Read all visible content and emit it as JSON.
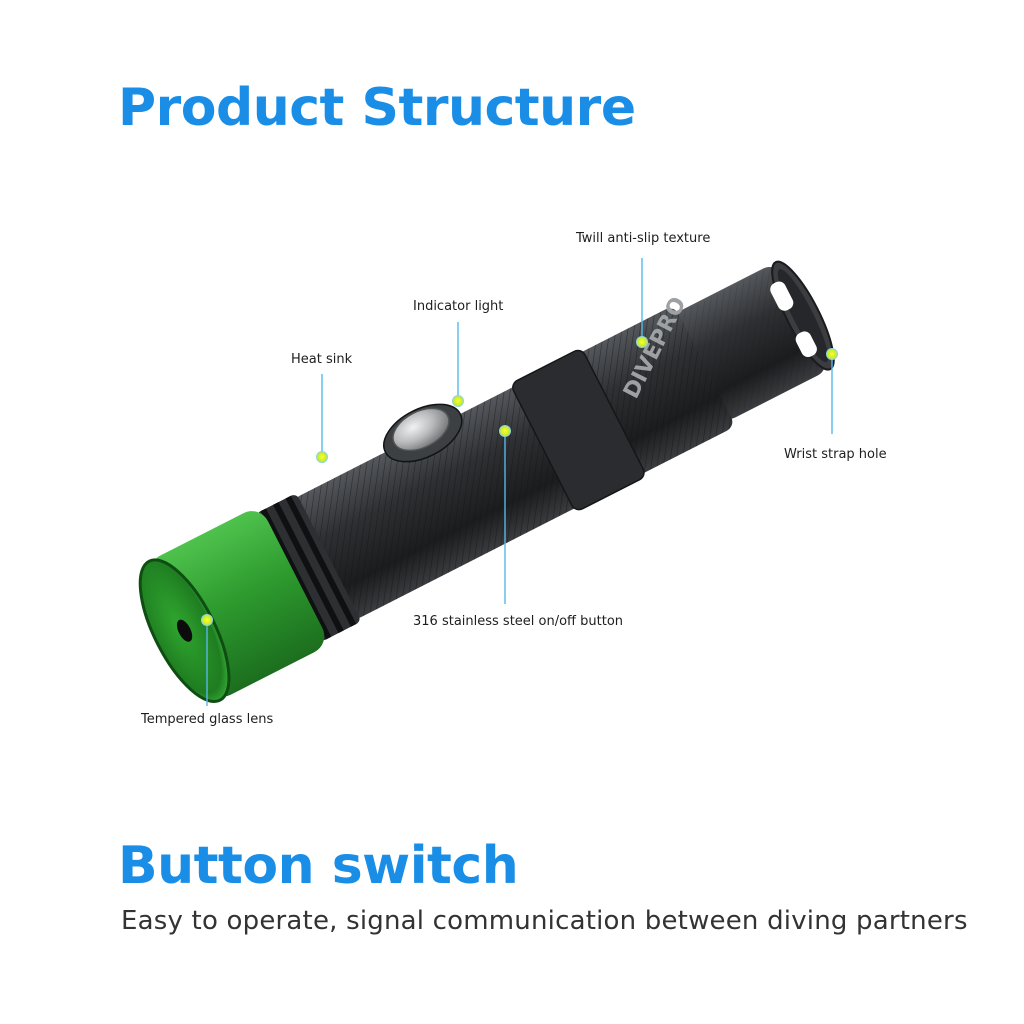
{
  "headings": {
    "product_structure": "Product Structure",
    "button_switch": "Button switch",
    "button_switch_desc": "Easy to operate, signal communication between diving partners"
  },
  "callouts": {
    "twill": "Twill anti-slip texture",
    "indicator": "Indicator light",
    "heat_sink": "Heat sink",
    "wrist_strap": "Wrist strap hole",
    "button": "316 stainless steel on/off button",
    "lens": "Tempered glass lens"
  },
  "product": {
    "brand_mark": "DIVEPRO",
    "body_color": "#2b2d30",
    "head_color": "#2fa033",
    "marker_color": "#e3f21a",
    "leader_color": "#56b8ea"
  },
  "colors": {
    "heading": "#1a8ee6"
  }
}
